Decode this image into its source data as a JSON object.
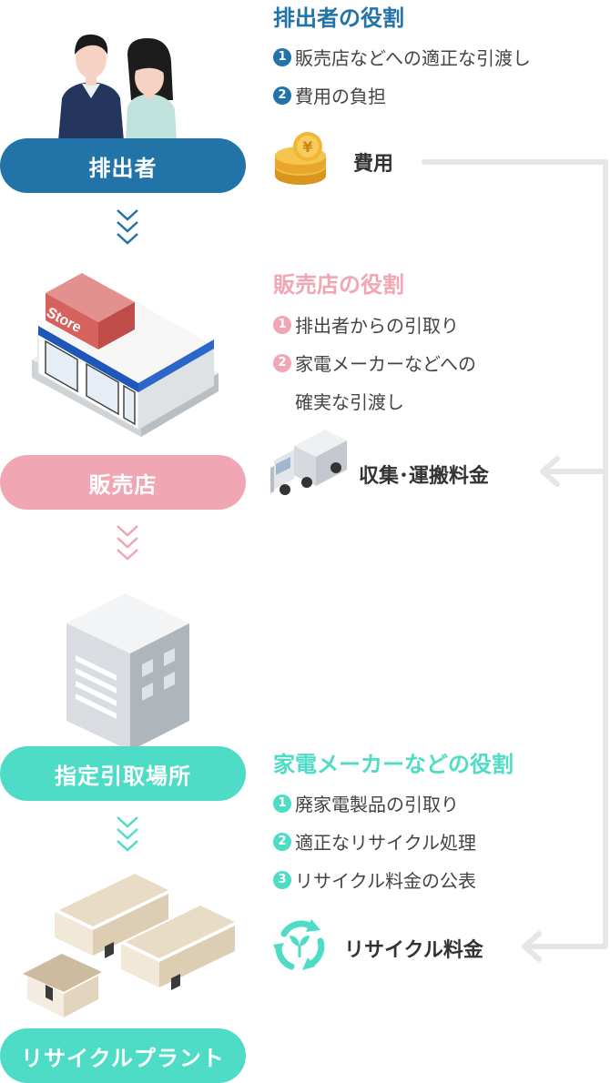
{
  "actors": {
    "discharger": {
      "label": "排出者",
      "color": "#2273a8"
    },
    "retailer": {
      "label": "販売店",
      "color": "#f1a6b4"
    },
    "collection": {
      "label": "指定引取場所",
      "color": "#4fdcc6"
    },
    "plant": {
      "label": "リサイクルプラント",
      "color": "#4fdcc6"
    }
  },
  "store_sign": "Store",
  "roles": {
    "discharger": {
      "title": "排出者の役割",
      "color": "#2273a8",
      "items": [
        {
          "num": "1",
          "text": "販売店などへの適正な引渡し"
        },
        {
          "num": "2",
          "text": "費用の負担"
        }
      ]
    },
    "retailer": {
      "title": "販売店の役割",
      "color": "#f1a6b4",
      "items": [
        {
          "num": "1",
          "text": "排出者からの引取り"
        },
        {
          "num": "2",
          "text": "家電メーカーなどへの"
        }
      ],
      "continuation": "確実な引渡し"
    },
    "maker": {
      "title": "家電メーカーなどの役割",
      "color": "#4fdcc6",
      "items": [
        {
          "num": "1",
          "text": "廃家電製品の引取り"
        },
        {
          "num": "2",
          "text": "適正なリサイクル処理"
        },
        {
          "num": "3",
          "text": "リサイクル料金の公表"
        }
      ]
    }
  },
  "costs": {
    "fee": {
      "label": "費用",
      "icon": "yen-coins-icon"
    },
    "transport": {
      "label": "収集･運搬料金",
      "icon": "truck-icon"
    },
    "recycle": {
      "label": "リサイクル料金",
      "icon": "recycle-icon"
    }
  },
  "flow_line_color": "#e6e6e6"
}
